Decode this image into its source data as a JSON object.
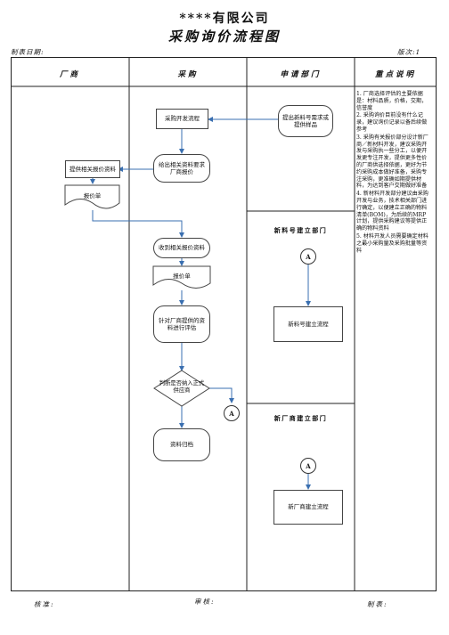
{
  "header": {
    "company": "****有限公司",
    "title": "采购询价流程图",
    "date_label": "制表日期:",
    "version_label": "版次:1"
  },
  "columns": [
    "厂商",
    "采购",
    "申请部门",
    "重点说明"
  ],
  "nodes": {
    "supplier_quote": "提供相关报价资料",
    "supplier_doc": "报价单",
    "dev_flow": "采购开发流程",
    "send_request": "给出相关资料要求厂商报价",
    "receive_quote": "收到相关报价资料",
    "purchase_doc": "报价单",
    "evaluate": "针对厂商提供的资料进行评估",
    "decision": "判断是否纳入正式供应商",
    "archive": "资料归档",
    "dept_request": "提出新料号需求或提供样品",
    "new_part_flow": "新料号建立流程",
    "new_vendor_flow": "新厂商建立流程",
    "connector_label": "A"
  },
  "sections": {
    "new_part": "新料号建立部门",
    "new_vendor": "新厂商建立部门"
  },
  "notes": [
    "1. 厂商选择评估的主要依据是：材料品质，价格，交期，信誉度",
    "2. 采购询价目前没有什么记录，建议询价记录以备后续做参考",
    "3. 采购有关报价部分设计新厂商／新材料开发，建议采购开发与采购执一些分工，以便开发更专注开发，提供更多性价的厂商供选择依据，更好为节约采购成本做好准备，采购专注采购，更准确如期提供材料，为达到客户交期做好准备",
    "4. 新材料开发部分建议由采购开发与业务，技术相关部门进行确定，以便建立正确的物料清单(BOM)，为后续的MRP计划，提供采购建议等提供正确的物料资料",
    "5. 材料开发人员需要确定材料之最小采购量及采购批量等资料"
  ],
  "footer": {
    "approve": "核准:",
    "review": "审核:",
    "prepare": "制表:"
  },
  "colors": {
    "arrow": "#3a6fb0",
    "line": "#222222"
  }
}
